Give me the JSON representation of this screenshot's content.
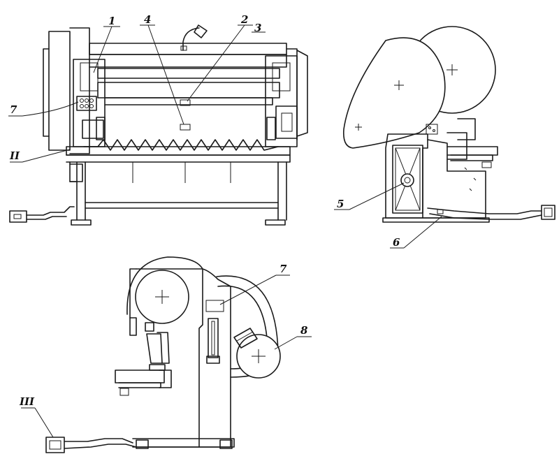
{
  "callouts": {
    "c1": "1",
    "c2": "2",
    "c3": "3",
    "c4": "4",
    "c5": "5",
    "c6": "6",
    "c7a": "7",
    "c7b": "7",
    "c8": "8",
    "cII": "II",
    "cIII": "III"
  },
  "colors": {
    "ink": "#1a1a1a",
    "paper": "#ffffff"
  }
}
